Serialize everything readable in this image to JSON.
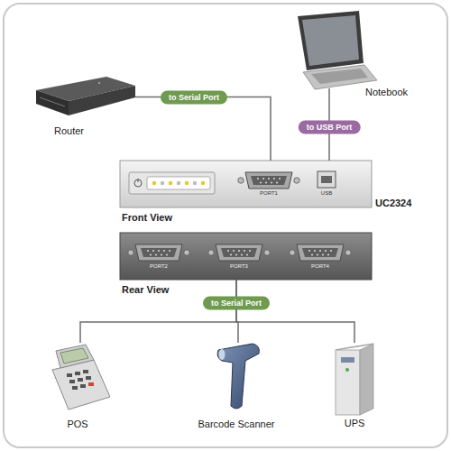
{
  "diagram": {
    "nodes": [
      {
        "text": [
          "Router"
        ]
      },
      {
        "text": [
          "Notebook"
        ]
      },
      {
        "text": [
          "PORT1",
          "USB",
          "Front View"
        ]
      },
      {
        "text": [
          "PORT2",
          "PORT3",
          "PORT4",
          "Rear View"
        ]
      },
      {
        "text": [
          "POS"
        ]
      },
      {
        "text": [
          "Barcode Scanner"
        ]
      },
      {
        "text": [
          "UPS"
        ]
      }
    ],
    "edges": [
      {
        "from": 0,
        "to": 2,
        "label": "to Serial Port",
        "arrow": "none"
      },
      {
        "from": 1,
        "to": 2,
        "label": "to USB Port",
        "arrow": "none"
      },
      {
        "from": 3,
        "to": 4,
        "arrow": "none"
      },
      {
        "from": 3,
        "to": 5,
        "label": "to Serial Port",
        "arrow": "none"
      },
      {
        "from": 3,
        "to": 6,
        "arrow": "none"
      }
    ],
    "labels": [
      "UC2324"
    ]
  }
}
